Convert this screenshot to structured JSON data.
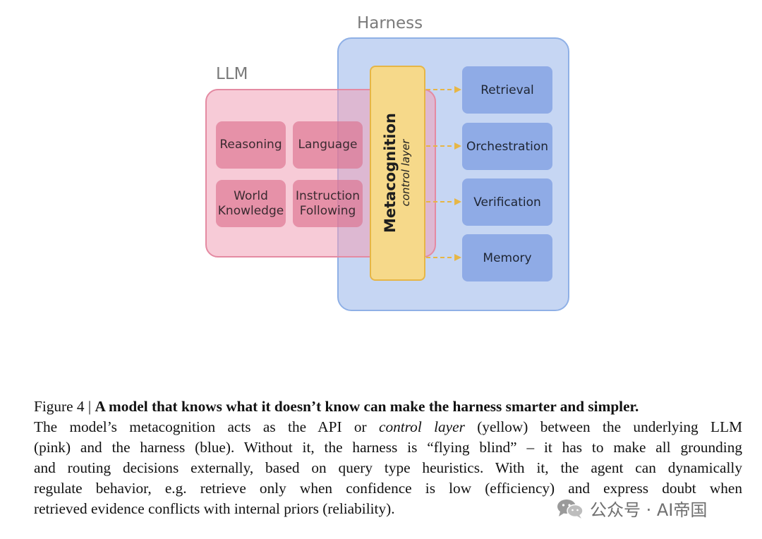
{
  "diagram": {
    "harness_label": "Harness",
    "llm_label": "LLM",
    "llm_capabilities": [
      {
        "lines": [
          "Reasoning"
        ]
      },
      {
        "lines": [
          "Language"
        ]
      },
      {
        "lines": [
          "World",
          "Knowledge"
        ]
      },
      {
        "lines": [
          "Instruction",
          "Following"
        ]
      }
    ],
    "metacognition": {
      "title": "Metacognition",
      "subtitle": "control layer"
    },
    "harness_components": [
      "Retrieval",
      "Orchestration",
      "Verification",
      "Memory"
    ],
    "colors": {
      "llm": "#f0a0b6",
      "harness": "#b0c6ee",
      "control_layer": "#f6d98a",
      "arrow": "#e6b646"
    }
  },
  "caption": {
    "label": "Figure 4 | ",
    "title": "A model that knows what it doesn’t know can make the harness smarter and simpler.",
    "line2_before": "The model’s metacognition acts as the API or ",
    "line2_italic": "control layer",
    "line2_after": " (yellow) between the underlying LLM",
    "line3": "(pink) and the harness (blue). Without it, the harness is “flying blind” – it has to make all grounding",
    "line4": "and routing decisions externally, based on query type heuristics. With it, the agent can dynamically",
    "line5": "regulate behavior, e.g. retrieve only when confidence is low (efficiency) and express doubt when",
    "line6": "retrieved evidence conflicts with internal priors (reliability)."
  },
  "watermark": {
    "text": "公众号 · AI帝国",
    "icon": "wechat-icon"
  }
}
